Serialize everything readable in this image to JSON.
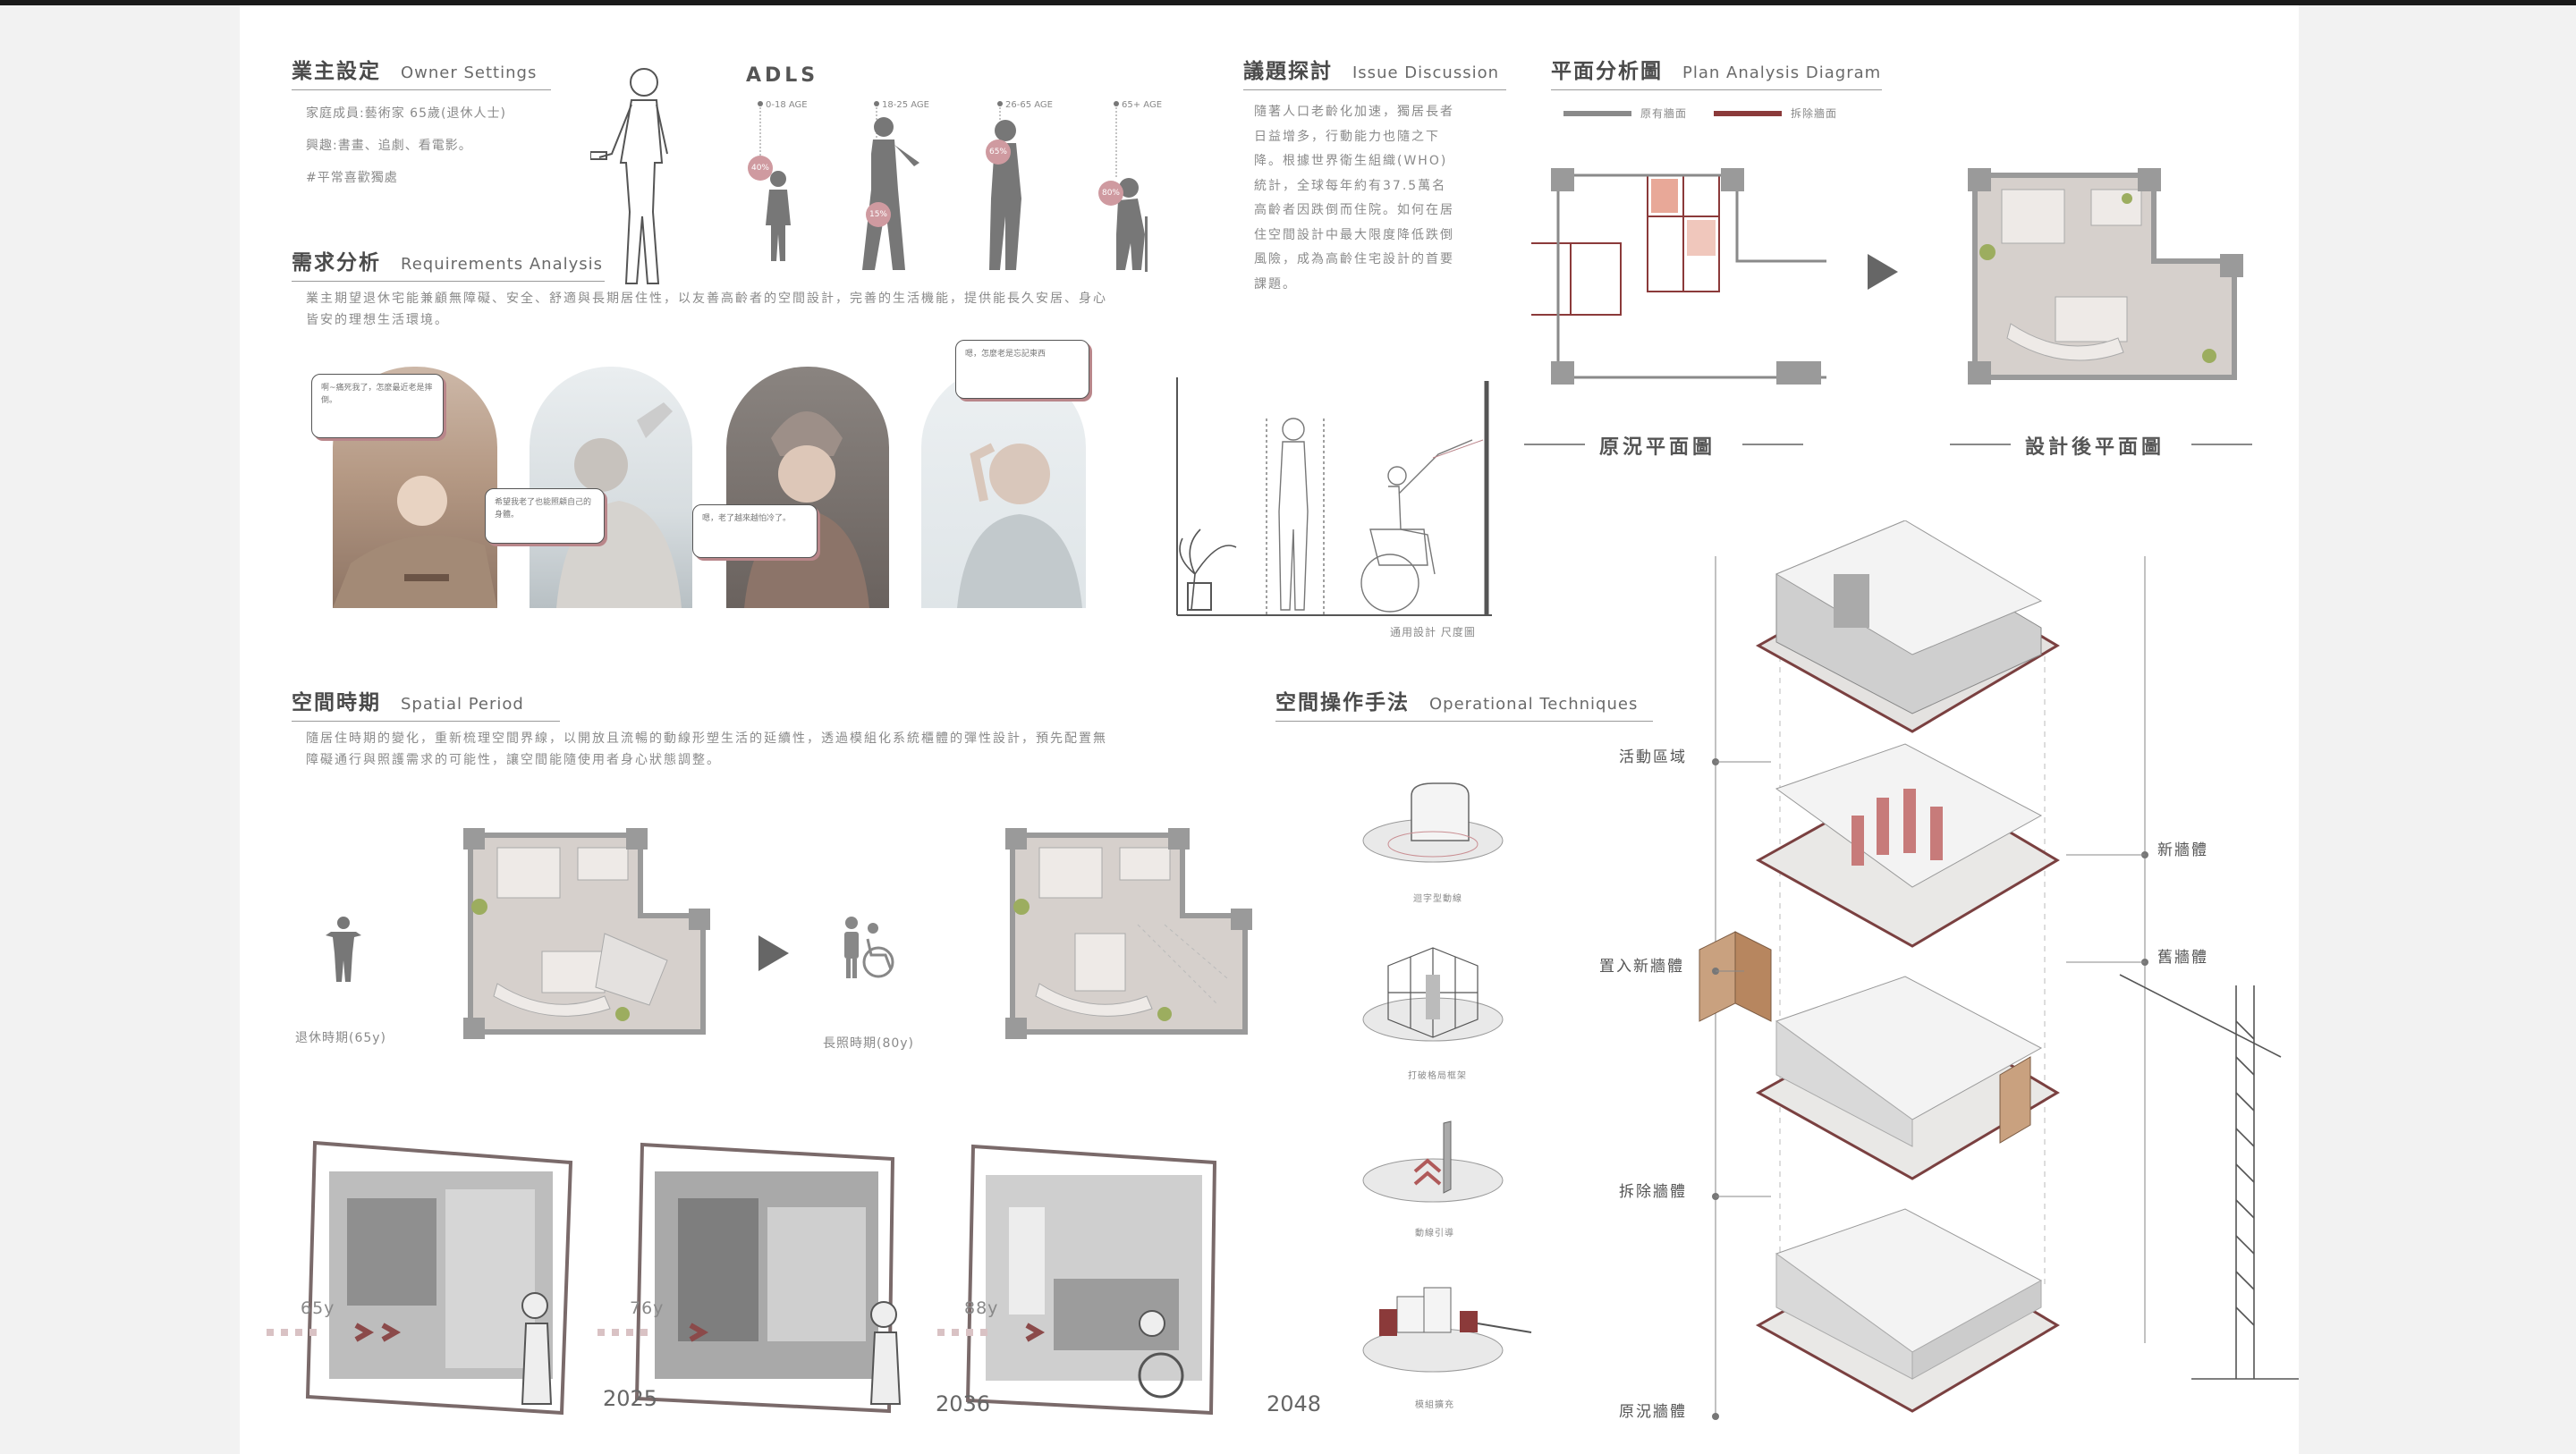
{
  "owner": {
    "title_zh": "業主設定",
    "title_en": "Owner Settings",
    "lines": [
      "家庭成員:藝術家 65歲(退休人士)",
      "興趣:書畫、追劇、看電影。",
      "#平常喜歡獨處"
    ]
  },
  "adls": {
    "title": "ADLS",
    "ages": [
      "0-18 AGE",
      "18-25 AGE",
      "26-65 AGE",
      "65+ AGE"
    ],
    "chips": [
      "40%",
      "15%",
      "65%",
      "80%"
    ]
  },
  "requirements": {
    "title_zh": "需求分析",
    "title_en": "Requirements Analysis",
    "text": "業主期望退休宅能兼顧無障礙、安全、舒適與長期居住性，以友善高齡者的空間設計，完善的生活機能，提供能長久安居、身心皆安的理想生活環境。",
    "bubbles": [
      "啊~痛死我了，怎麼最近老是摔倒。",
      "希望我老了也能照顧自己的身體。",
      "嗯，老了越來越怕冷了。",
      "嗯，怎麼老是忘記東西"
    ]
  },
  "issue": {
    "title_zh": "議題探討",
    "title_en": "Issue Discussion",
    "text": "隨著人口老齡化加速，獨居長者日益增多，行動能力也隨之下降。根據世界衛生組織(WHO)統計，全球每年約有37.5萬名高齡者因跌倒而住院。如何在居住空間設計中最大限度降低跌倒風險，成為高齡住宅設計的首要課題。",
    "figure_caption": "通用設計 尺度圖"
  },
  "plan_analysis": {
    "title_zh": "平面分析圖",
    "title_en": "Plan Analysis Diagram",
    "legend_existing": "原有牆面",
    "legend_removed": "拆除牆面",
    "label_before": "原況平面圖",
    "label_after": "設計後平面圖",
    "colors": {
      "existing": "#8a8a8a",
      "removed": "#8b3a3a",
      "accent": "#e8a898"
    }
  },
  "spatial": {
    "title_zh": "空間時期",
    "title_en": "Spatial Period",
    "text": "隨居住時期的變化，重新梳理空間界線，以開放且流暢的動線形塑生活的延續性，透過模組化系統櫃體的彈性設計，預先配置無障礙通行與照護需求的可能性，讓空間能隨使用者身心狀態調整。",
    "phase1": "退休時期(65y)",
    "phase2": "長照時期(80y)",
    "timeline": [
      {
        "age": "65y",
        "year": "2025"
      },
      {
        "age": "76y",
        "year": "2036"
      },
      {
        "age": "88y",
        "year": "2048"
      }
    ]
  },
  "operational": {
    "title_zh": "空間操作手法",
    "title_en": "Operational Techniques",
    "items": [
      "迴字型動線",
      "打破格局框架",
      "動線引導",
      "模組擴充"
    ]
  },
  "axon": {
    "left_labels": [
      "活動區域",
      "置入新牆體",
      "拆除牆體",
      "原況牆體"
    ],
    "right_labels": [
      "新牆體",
      "舊牆體"
    ]
  }
}
